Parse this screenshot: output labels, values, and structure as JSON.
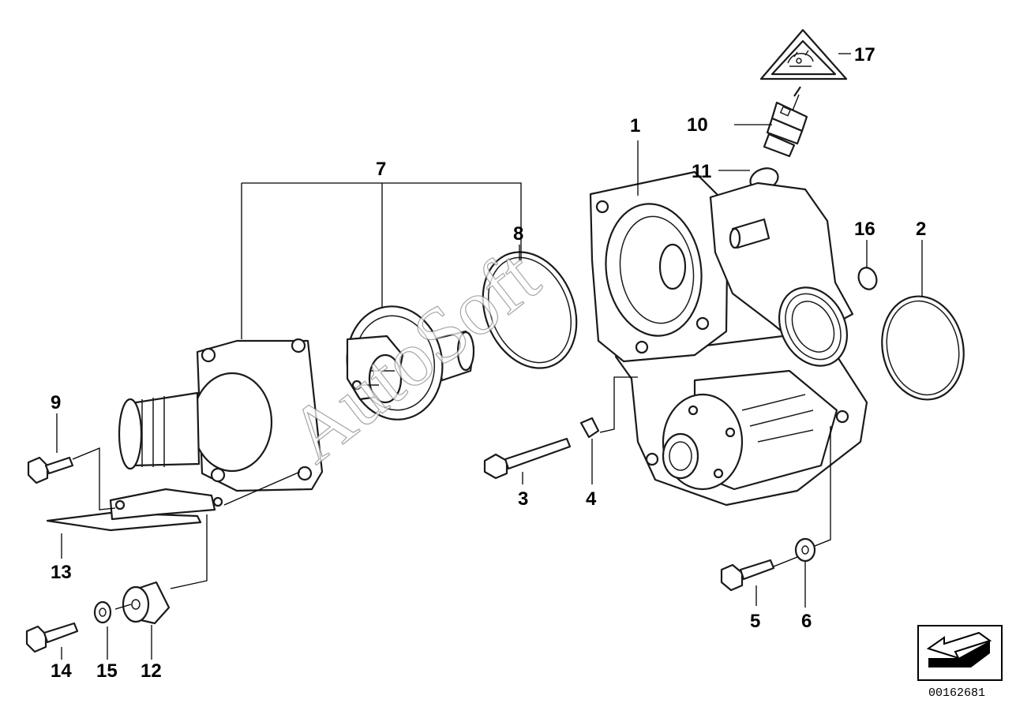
{
  "callouts": {
    "c1": "1",
    "c2": "2",
    "c3": "3",
    "c4": "4",
    "c5": "5",
    "c6": "6",
    "c7": "7",
    "c8": "8",
    "c9": "9",
    "c10": "10",
    "c11": "11",
    "c12": "12",
    "c13": "13",
    "c14": "14",
    "c15": "15",
    "c16": "16",
    "c17": "17"
  },
  "watermark": "AutoSoft",
  "catalog_number": "00162681",
  "icons": {
    "warning": "hot-surface-warning-triangle-icon",
    "navigation": "back-arrow-nav-icon"
  }
}
